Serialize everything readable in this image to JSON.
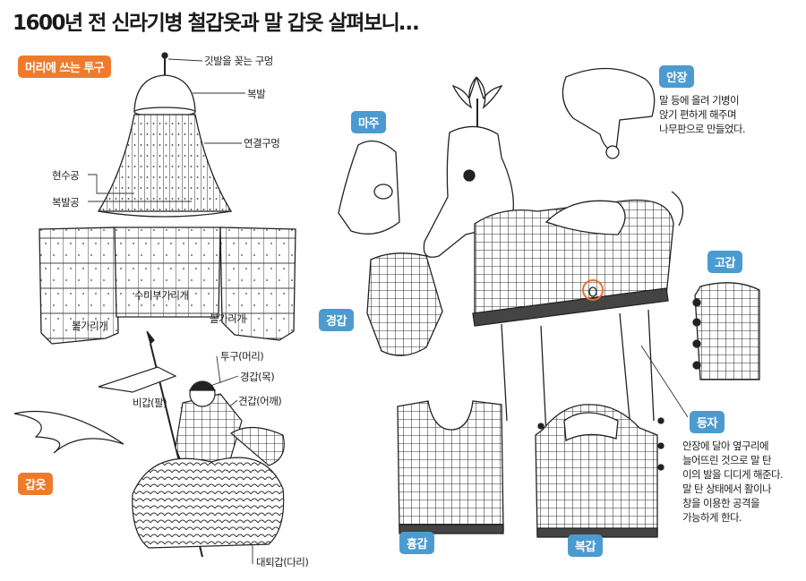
{
  "title": "1600년 전 신라기병 철갑옷과 말 갑옷 살펴보니…",
  "helmet": {
    "badge": "머리에 쓰는 투구",
    "labels": {
      "plume_hole": "깃발을 꽂는 구멍",
      "bowl": "복발",
      "connect_hole": "연결구멍",
      "hyeonsu": "현수공",
      "bokbal_hole": "복발공",
      "sumi": "수미부가리개",
      "cheek_left": "볼가리개",
      "cheek_right": "볼가리개"
    }
  },
  "armor": {
    "badge": "갑옷",
    "labels": {
      "helmet": "투구(머리)",
      "neck": "경갑(목)",
      "shoulder": "견갑(어깨)",
      "arm": "비갑(팔)",
      "thigh": "대퇴갑(다리)"
    }
  },
  "horse": {
    "machu": "마주",
    "gyeonggap": "경갑",
    "saddle": {
      "badge": "안장",
      "desc": [
        "말 등에 올려 기병이",
        "앉기 편하게 해주며",
        "나무판으로 만들었다."
      ]
    },
    "gogap": "고갑",
    "stirrup": {
      "badge": "등자",
      "desc": [
        "안장에 달아 옆구리에",
        "늘어뜨린 것으로 말 탄",
        "이의 발을 디디게 해준다.",
        "말 탄 상태에서 활이나",
        "창을 이용한 공격을",
        "가능하게 한다."
      ]
    },
    "hyunggap": "흉갑",
    "bokgap": "복갑"
  },
  "colors": {
    "orange": "#ee7b2c",
    "blue": "#4b9bd0",
    "highlight": "#e8702a"
  }
}
